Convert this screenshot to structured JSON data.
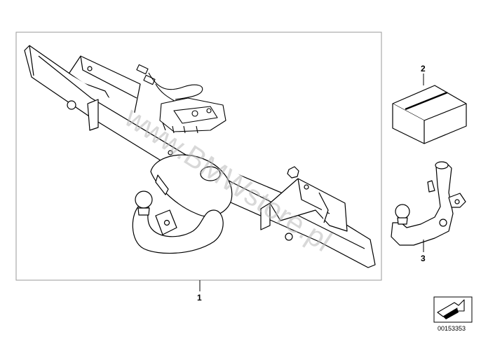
{
  "labels": {
    "part_1": "1",
    "part_2": "2",
    "part_3": "3"
  },
  "watermark": "www.BMWstore.pl",
  "reference_number": "00153353",
  "icons": {
    "towbar_assembly": "towbar-crossmember-icon",
    "wiring_module": "wiring-harness-module-icon",
    "box": "package-box-icon",
    "ball_neck": "tow-ball-neck-icon",
    "nav_arrow": "navigation-arrow-icon"
  },
  "colors": {
    "line": "#000000",
    "frame": "#9a9a9a",
    "watermark": "#b9b9b9"
  }
}
